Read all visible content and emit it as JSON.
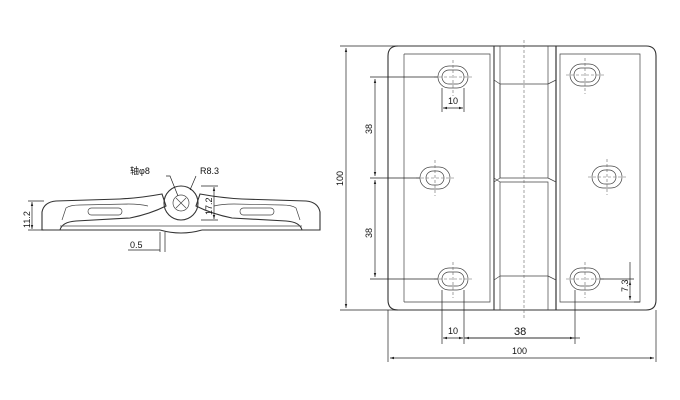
{
  "side_view": {
    "shaft_label": "轴φ8",
    "radius_label": "R8.3",
    "height_label": "11.2",
    "knuckle_label": "17.2",
    "gap_label": "0.5"
  },
  "front_view": {
    "total_height_label": "100",
    "upper_pitch_label": "38",
    "lower_pitch_label": "38",
    "slot_top_label": "10",
    "slot_bottom_label": "10",
    "center_spacing_label": "38",
    "total_width_label": "100",
    "edge_offset_label": "7.3"
  }
}
